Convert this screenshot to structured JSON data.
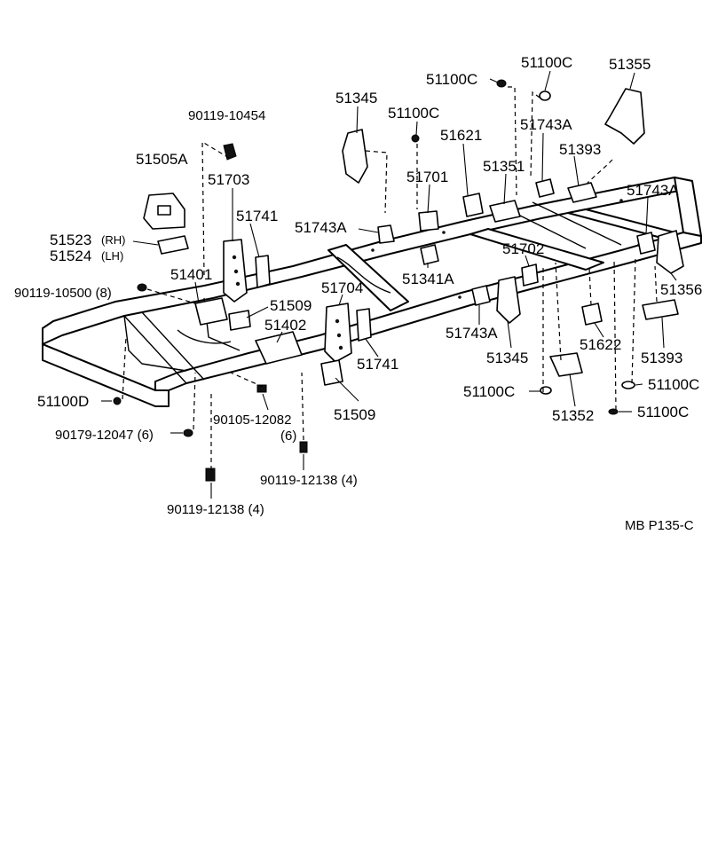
{
  "labels": {
    "p51100C_top1": "51100C",
    "p51100C_top2": "51100C",
    "p51355": "51355",
    "p51345_top": "51345",
    "p90119_10454": "90119-10454",
    "p51100C_mid": "51100C",
    "p51621": "51621",
    "p51743A_top": "51743A",
    "p51505A": "51505A",
    "p51703": "51703",
    "p51393_top": "51393",
    "p51701": "51701",
    "p51351": "51351",
    "p51743A_right": "51743A",
    "p51741_left": "51741",
    "p51743A_midleft": "51743A",
    "p51523": "51523",
    "p51523_suffix": "(RH)",
    "p51524": "51524",
    "p51524_suffix": "(LH)",
    "p51702": "51702",
    "p51401": "51401",
    "p51341A": "51341A",
    "p90119_10500": "90119-10500 (8)",
    "p51509_upper": "51509",
    "p51704": "51704",
    "p51356": "51356",
    "p51402": "51402",
    "p51743A_lower": "51743A",
    "p51345_lower": "51345",
    "p51622": "51622",
    "p51741_lower": "51741",
    "p51393_lower": "51393",
    "p51100C_r1": "51100C",
    "p51100C_c": "51100C",
    "p51100D": "51100D",
    "p51509_lower": "51509",
    "p51352": "51352",
    "p51100C_r2": "51100C",
    "p90105_12082": "90105-12082",
    "p90105_12082_qty": "(6)",
    "p90179_12047": "90179-12047 (6)",
    "p90119_12138_a": "90119-12138 (4)",
    "p90119_12138_b": "90119-12138 (4)",
    "footer_code": "MB  P135-C"
  }
}
